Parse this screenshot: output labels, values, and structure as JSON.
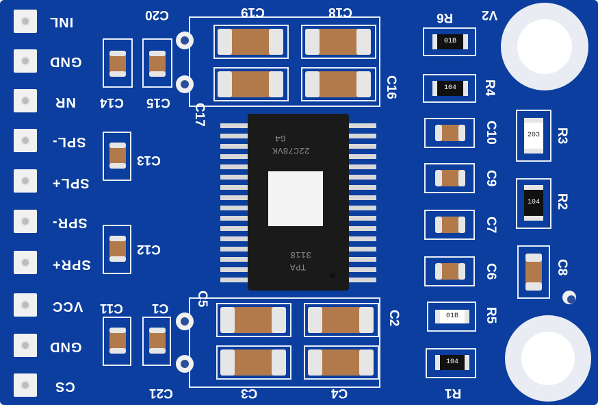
{
  "pins": [
    "INL",
    "GND",
    "NR",
    "SPL-",
    "SPL+",
    "SPR-",
    "SPR+",
    "VCC",
    "GND",
    "CS"
  ],
  "labels": {
    "c20": "C20",
    "c19": "C19",
    "c18": "C18",
    "c14": "C14",
    "c15": "C15",
    "c17": "C17",
    "c16": "C16",
    "c13": "C13",
    "c12": "C12",
    "c11": "C11",
    "c1": "C1",
    "c5": "C5",
    "c2": "C2",
    "c21": "C21",
    "c3": "C3",
    "c4": "C4",
    "r6": "R6",
    "r4": "R4",
    "c10": "C10",
    "c9": "C9",
    "c7": "C7",
    "c6": "C6",
    "r5": "R5",
    "r1": "R1",
    "r3": "R3",
    "r2": "R2",
    "c8": "C8",
    "v2": "V2"
  },
  "resistor_codes": {
    "r6": "01B",
    "r4": "104",
    "r5": "01B",
    "r1": "104",
    "r3": "203",
    "r2": "104"
  },
  "chip_text": {
    "line1": "22C78VK",
    "line2": "G4",
    "line3": "TPA",
    "line4": "3118"
  },
  "colors": {
    "board": "#0b3e9e",
    "silk": "#ffffff",
    "cap": "#b27a4b",
    "pad": "#f1f1f1"
  }
}
